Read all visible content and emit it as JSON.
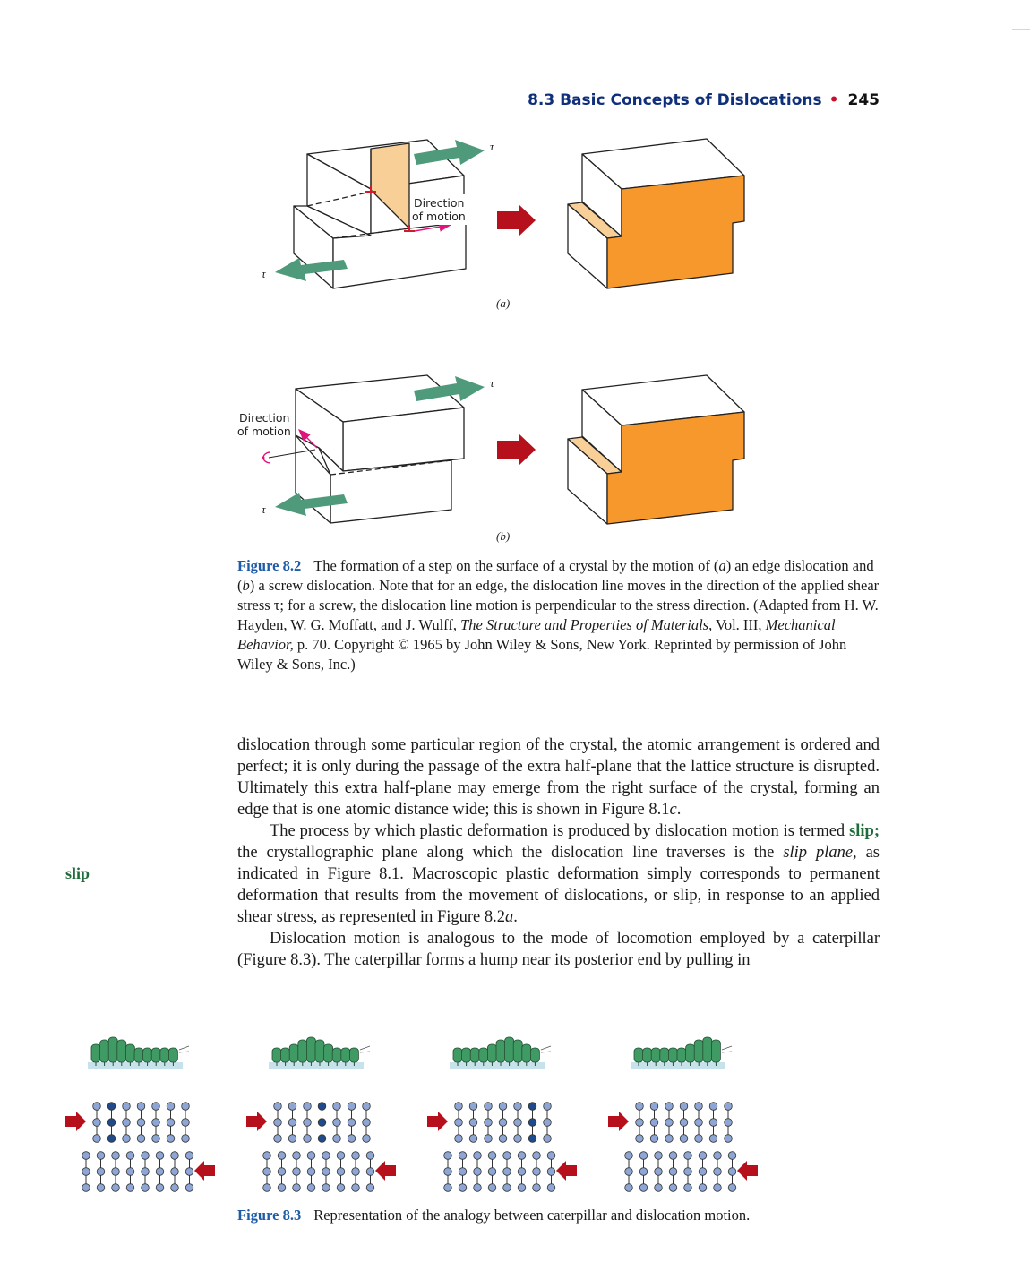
{
  "running_head": {
    "section": "8.3 Basic Concepts of Dislocations",
    "page": "245"
  },
  "figure_8_2": {
    "panel_a": {
      "tau_top": "τ",
      "tau_bottom": "τ",
      "direction_line1": "Direction",
      "direction_line2": "of motion",
      "label": "(a)"
    },
    "panel_b": {
      "tau_top": "τ",
      "tau_bottom": "τ",
      "direction_line1": "Direction",
      "direction_line2": "of motion",
      "label": "(b)"
    },
    "colors": {
      "block_fill": "#ffffff",
      "slip_face": "#f7982c",
      "slip_step": "#f8cf97",
      "edge_plane": "#f8cf97",
      "stress_arrow": "#4e9a7b",
      "transform_arrow": "#b5101c",
      "motion_arrow": "#e0147a"
    },
    "caption": {
      "label": "Figure 8.2",
      "text_1": "The formation of a step on the surface of a crystal by the motion of (",
      "a": "a",
      "text_2": ") an edge dislocation and (",
      "b": "b",
      "text_3": ") a screw dislocation. Note that for an edge, the dislocation line moves in the direction of the applied shear stress τ; for a screw, the dislocation line motion is perpendicular to the stress direction. (Adapted from H. W. Hayden, W. G. Moffatt, and J. Wulff, ",
      "book_title": "The Structure and Properties of Materials,",
      "text_4": " Vol. III, ",
      "volume_title": "Mechanical Behavior,",
      "text_5": " p. 70. Copyright © 1965 by John Wiley & Sons, New York. Reprinted by permission of John Wiley & Sons, Inc.)"
    }
  },
  "body": {
    "para1": "dislocation through some particular region of the crystal, the atomic arrangement is ordered and perfect; it is only during the passage of the extra half-plane that the lattice structure is disrupted. Ultimately this extra half-plane may emerge from the right surface of the crystal, forming an edge that is one atomic distance wide; this is shown in Figure 8.1",
    "para1_c": "c",
    "para1_end": ".",
    "para2_start": "The process by which plastic deformation is produced by dislocation motion is termed ",
    "para2_term": "slip;",
    "para2_mid": " the crystallographic plane along which the dislocation line traverses is the ",
    "para2_italic": "slip plane,",
    "para2_rest": " as indicated in Figure 8.1. Macroscopic plastic deformation simply corresponds to permanent deformation that results from the movement of dislocations, or slip, in response to an applied shear stress, as represented in Figure 8.2",
    "para2_a": "a",
    "para2_end": ".",
    "para3": "Dislocation motion is analogous to the mode of locomotion employed by a caterpillar (Figure 8.3). The caterpillar forms a hump near its posterior end by pulling in"
  },
  "margin_term": "slip",
  "figure_8_3": {
    "hump_positions": [
      0,
      2,
      4,
      6
    ],
    "highlight_columns": [
      1,
      3,
      5,
      null
    ],
    "colors": {
      "caterpillar": "#3f9a63",
      "ground": "#c7e2ea",
      "atom": "#8ea6d6",
      "atom_highlight": "#1f4a8c",
      "arrow": "#b5101c"
    },
    "caption": {
      "label": "Figure 8.3",
      "text": "Representation of the analogy between caterpillar and dislocation motion."
    }
  }
}
